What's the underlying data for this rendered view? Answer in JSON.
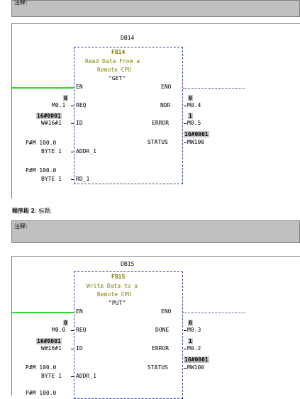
{
  "top_comment": "注释:",
  "segment2": {
    "label": "程序段",
    "number": "2",
    "separator": ": ",
    "title": "标题:"
  },
  "segment2_comment": "注释:",
  "get_block": {
    "db": "DB14",
    "fb": "FB14",
    "desc1": "Read Data From a",
    "desc2": "Remote CPU",
    "name": "\"GET\"",
    "pin_en": "EN",
    "pin_eno": "ENO",
    "pin_req": "REQ",
    "pin_id": "ID",
    "pin_addr": "ADDR_1",
    "pin_rd": "RD_1",
    "pin_ndr": "NDR",
    "pin_error": "ERROR",
    "pin_status": "STATUS",
    "req_val": "0",
    "req_var": "M0.1",
    "id_val": "16#0001",
    "id_var": "W#16#1",
    "addr_val1": "P#M 100.0",
    "addr_val2": "BYTE 1",
    "rd_val1": "P#M 100.0",
    "rd_val2": "BYTE 1",
    "ndr_val": "0",
    "ndr_var": "M0.4",
    "error_val": "1",
    "error_var": "M0.5",
    "status_val": "16#0001",
    "status_var": "MW100"
  },
  "put_block": {
    "db": "DB15",
    "fb": "FB15",
    "desc1": "Write Data to a",
    "desc2": "Remote CPU",
    "name": "\"PUT\"",
    "pin_en": "EN",
    "pin_eno": "ENO",
    "pin_req": "REQ",
    "pin_id": "ID",
    "pin_addr": "ADDR_1",
    "pin_done": "DONE",
    "pin_error": "ERROR",
    "pin_status": "STATUS",
    "req_val": "0",
    "req_var": "M0.0",
    "id_val": "16#0001",
    "id_var": "W#16#1",
    "addr_val1": "P#M 100.0",
    "addr_val2": "BYTE 1",
    "sd_val1": "P#M 100.0",
    "done_val": "0",
    "done_var": "M0.3",
    "error_val": "1",
    "error_var": "M0.2",
    "status_val": "16#0001",
    "status_var": "MW100"
  },
  "colors": {
    "rail": "#22dd22",
    "box_border": "#3344aa",
    "desc_text": "#808000",
    "comment_bg": "#c0c0c0",
    "value_bg": "#c8c8c8"
  }
}
